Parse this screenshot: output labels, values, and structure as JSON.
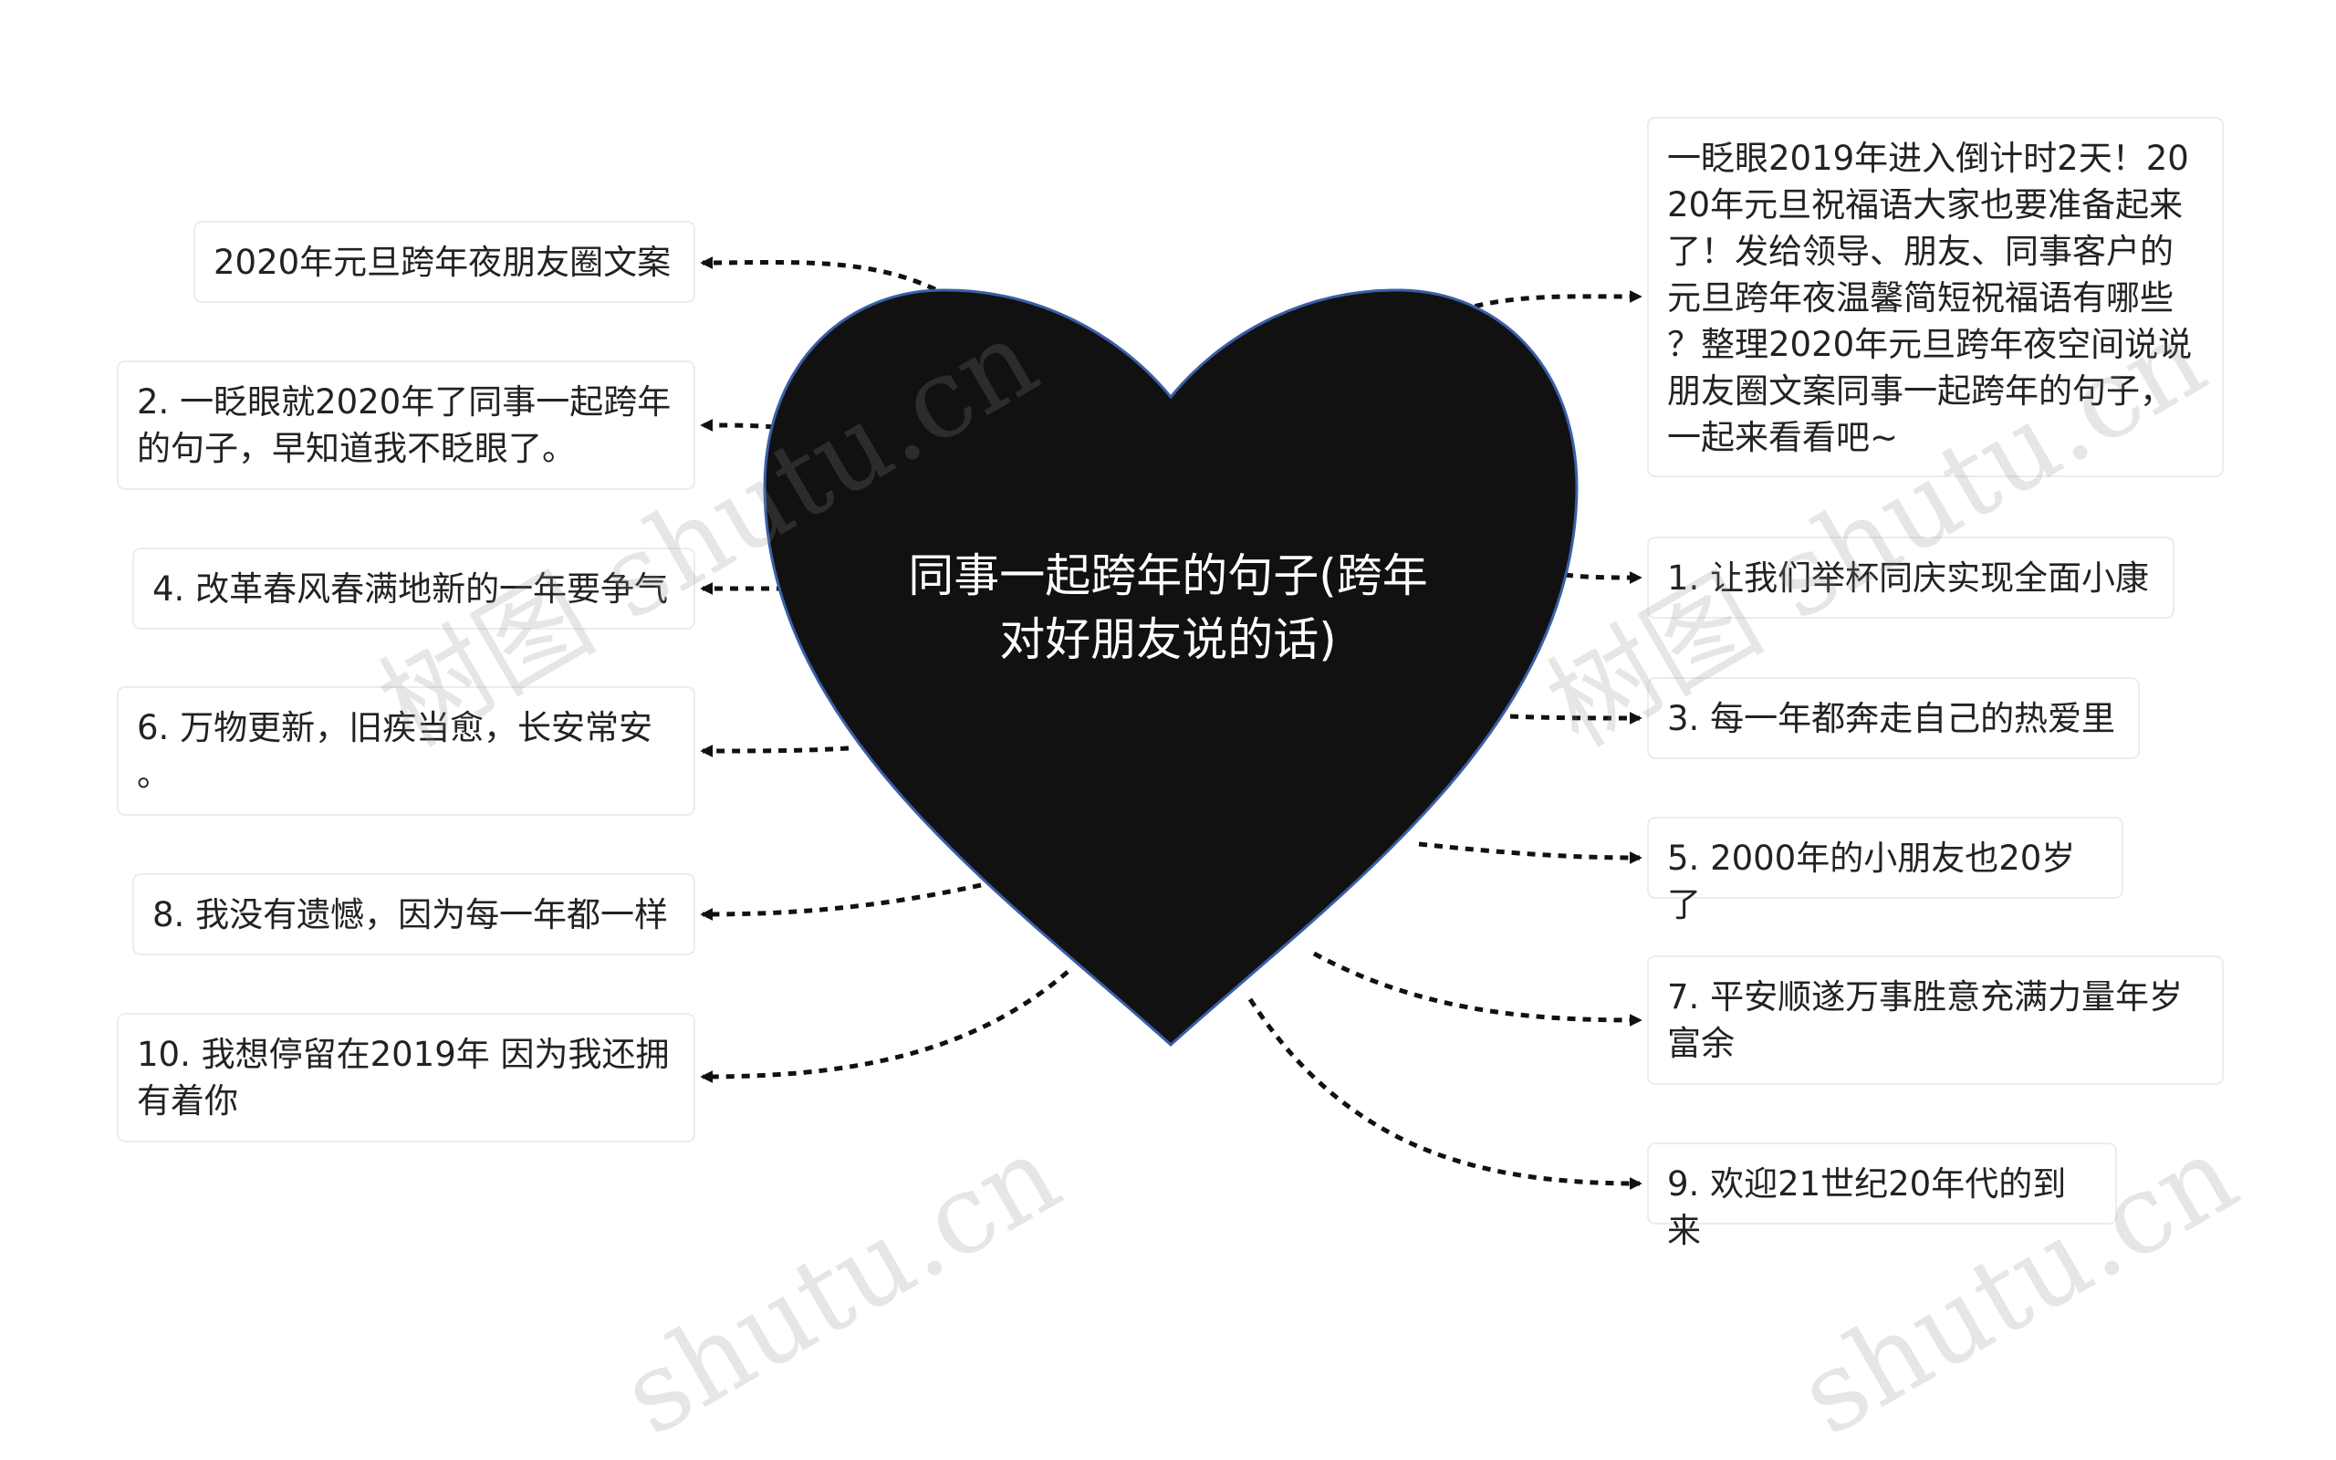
{
  "center": {
    "label": "同事一起跨年的句子(跨年对好朋友说的话)",
    "line1": "同事一起跨年的句子(跨年",
    "line2": "对好朋友说的话)"
  },
  "left_nodes": [
    {
      "text": "2020年元旦跨年夜朋友圈文案"
    },
    {
      "text": "2. 一眨眼就2020年了同事一起跨年\n的句子，早知道我不眨眼了。"
    },
    {
      "text": "4. 改革春风春满地新的一年要争气"
    },
    {
      "text": "6. 万物更新，旧疾当愈，长安常安\n。"
    },
    {
      "text": "8. 我没有遗憾，因为每一年都一样"
    },
    {
      "text": "10. 我想停留在2019年 因为我还拥\n有着你"
    }
  ],
  "right_nodes": [
    {
      "text": "一眨眼2019年进入倒计时2天！20\n20年元旦祝福语大家也要准备起来\n了！发给领导、朋友、同事客户的\n元旦跨年夜温馨简短祝福语有哪些\n？整理2020年元旦跨年夜空间说说\n朋友圈文案同事一起跨年的句子，\n一起来看看吧~"
    },
    {
      "text": "1. 让我们举杯同庆实现全面小康"
    },
    {
      "text": "3. 每一年都奔走自己的热爱里"
    },
    {
      "text": "5. 2000年的小朋友也20岁了"
    },
    {
      "text": "7. 平安顺遂万事胜意充满力量年岁\n富余"
    },
    {
      "text": "9. 欢迎21世纪20年代的到来"
    }
  ],
  "watermarks": [
    "树图 shutu.cn",
    "树图 shutu.cn",
    "shutu.cn",
    "shutu.cn"
  ],
  "colors": {
    "center_fill": "#111111",
    "center_stroke": "#3a5fa8",
    "connector": "#111111",
    "node_border": "#ececec"
  }
}
